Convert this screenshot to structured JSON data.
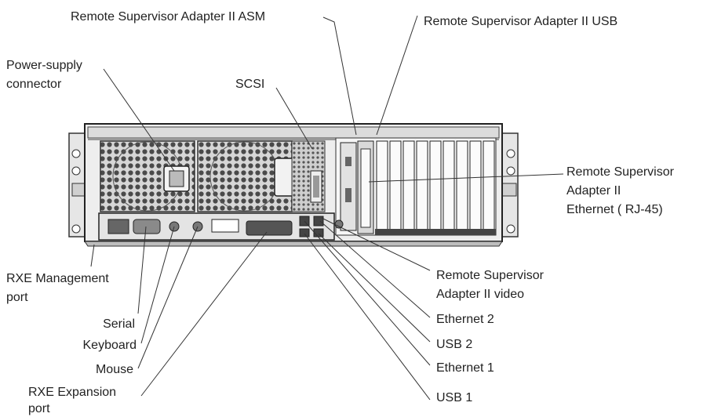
{
  "labels": {
    "rsa_asm": "Remote Supervisor Adapter II ASM",
    "rsa_usb": "Remote Supervisor Adapter II USB",
    "power_supply": [
      "Power-supply",
      "connector"
    ],
    "scsi": "SCSI",
    "rsa_ethernet": [
      "Remote Supervisor",
      "Adapter II",
      "Ethernet ( RJ-45)"
    ],
    "rxe_management": [
      "RXE Management",
      "port"
    ],
    "rsa_video": [
      "Remote Supervisor",
      "Adapter II video"
    ],
    "serial": "Serial",
    "ethernet2": "Ethernet 2",
    "keyboard": "Keyboard",
    "usb2": "USB 2",
    "mouse": "Mouse",
    "ethernet1": "Ethernet 1",
    "rxe_expansion": [
      "RXE Expansion",
      "port"
    ],
    "usb1": "USB 1"
  }
}
